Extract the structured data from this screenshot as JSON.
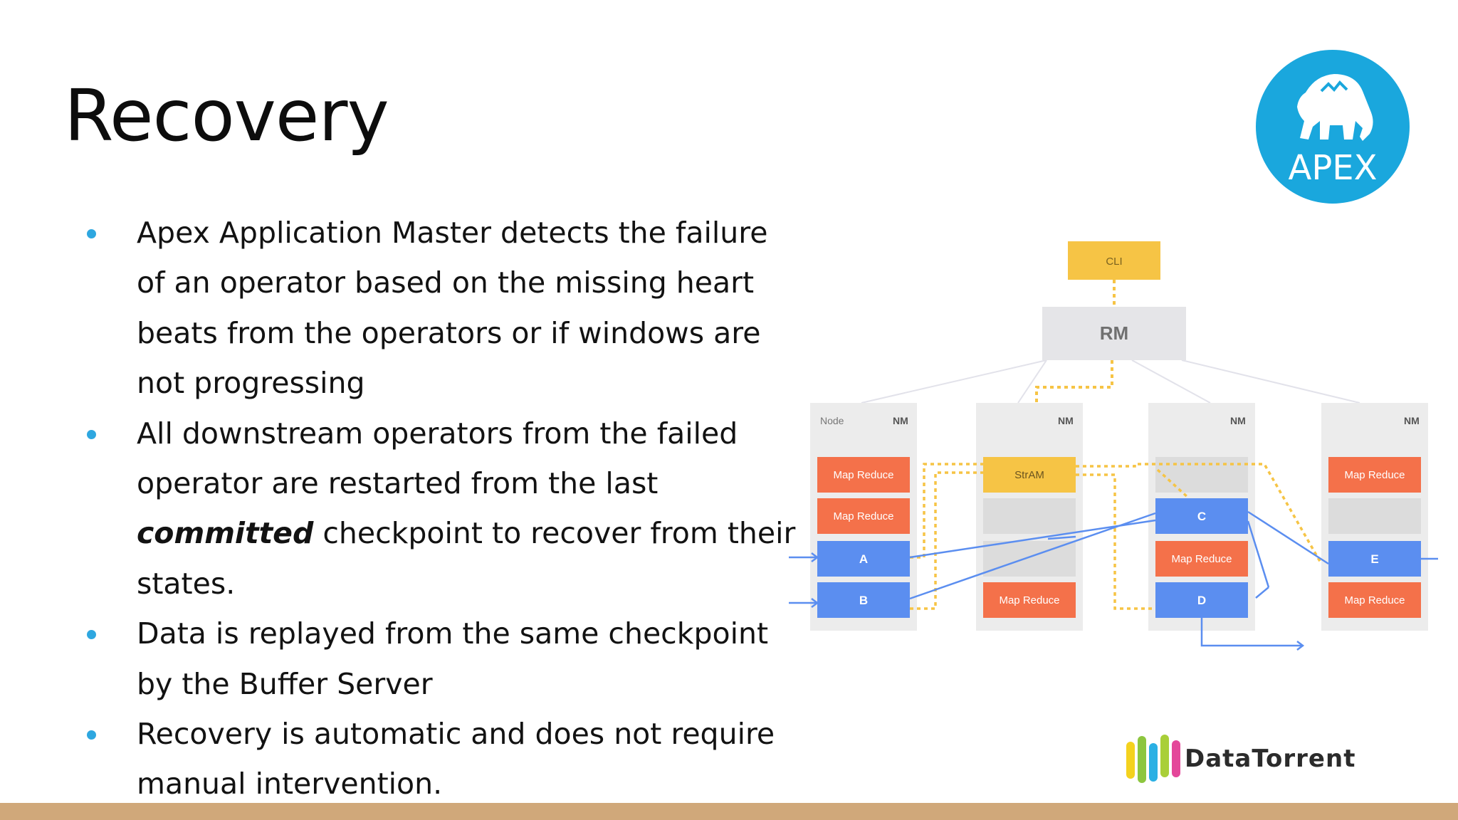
{
  "slide": {
    "title": "Recovery",
    "bullets": [
      {
        "text": "Apex Application Master detects the failure of an operator based on the missing heart beats from the operators or if windows are not progressing"
      },
      {
        "pre": "All downstream operators from the failed operator are restarted from the last ",
        "emph": "committed",
        "post": " checkpoint to recover from their states."
      },
      {
        "text": "Data is replayed from the same checkpoint by the Buffer Server"
      },
      {
        "text": "Recovery is automatic and does not require manual intervention."
      }
    ]
  },
  "logos": {
    "apex_text": "APEX",
    "datatorrent_text": "DataTorrent"
  },
  "diagram": {
    "cli": "CLI",
    "rm": "RM",
    "node_label": "Node",
    "nm_label": "NM",
    "stram": "StrAM",
    "map_reduce": "Map Reduce",
    "op_a": "A",
    "op_b": "B",
    "op_c": "C",
    "op_d": "D",
    "op_e": "E"
  },
  "colors": {
    "bullet": "#2ea7e0",
    "apex_blue": "#1aa7dd",
    "orange": "#f4714a",
    "blue_op": "#5b8ef0",
    "yellow": "#f6c445",
    "footer": "#d0a87a"
  }
}
